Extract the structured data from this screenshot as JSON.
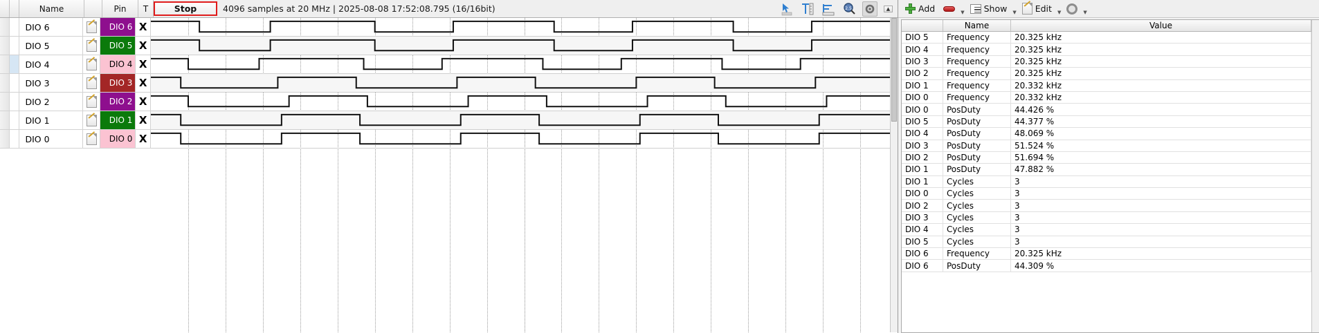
{
  "toolbar": {
    "stop_label": "Stop",
    "status_text": "4096 samples at 20 MHz | 2025-08-08 17:52:08.795 (16/16bit)",
    "icons": [
      "pointer-icon",
      "vertical-measure-icon",
      "horizontal-measure-icon",
      "zoom-icon",
      "settings-icon"
    ]
  },
  "channel_header": {
    "name": "Name",
    "pin": "Pin",
    "trigger": "T"
  },
  "channels": [
    {
      "name": "DIO 6",
      "pin": "DIO 6",
      "trigger": "X",
      "color": "#8e0f8e",
      "text_color": "#ffffff",
      "selected": false
    },
    {
      "name": "DIO 5",
      "pin": "DIO 5",
      "trigger": "X",
      "color": "#0b7a0b",
      "text_color": "#ffffff",
      "selected": false
    },
    {
      "name": "DIO 4",
      "pin": "DIO 4",
      "trigger": "X",
      "color": "#fbc3d2",
      "text_color": "#000000",
      "selected": true
    },
    {
      "name": "DIO 3",
      "pin": "DIO 3",
      "trigger": "X",
      "color": "#a32626",
      "text_color": "#ffffff",
      "selected": false
    },
    {
      "name": "DIO 2",
      "pin": "DIO 2",
      "trigger": "X",
      "color": "#8e0f8e",
      "text_color": "#ffffff",
      "selected": false
    },
    {
      "name": "DIO 1",
      "pin": "DIO 1",
      "trigger": "X",
      "color": "#0b7a0b",
      "text_color": "#ffffff",
      "selected": false
    },
    {
      "name": "DIO 0",
      "pin": "DIO 0",
      "trigger": "X",
      "color": "#fbc3d2",
      "text_color": "#000000",
      "selected": false
    }
  ],
  "waveforms": {
    "note": "digital square waves, high=top of row, value pairs are x percentages of plot width",
    "channel_transitions": [
      [
        0.0,
        6.5,
        16.0,
        30.0,
        40.5,
        54.0,
        64.5,
        78.0,
        88.5,
        100.0
      ],
      [
        0.0,
        6.5,
        16.0,
        30.0,
        40.5,
        54.0,
        64.5,
        78.0,
        88.5,
        100.0
      ],
      [
        0.0,
        5.0,
        14.5,
        28.5,
        39.0,
        52.5,
        63.0,
        76.5,
        87.0,
        100.0
      ],
      [
        0.0,
        4.0,
        17.0,
        27.5,
        41.0,
        51.5,
        65.0,
        75.5,
        89.0,
        100.0
      ],
      [
        0.0,
        5.0,
        18.5,
        29.0,
        42.5,
        53.0,
        66.5,
        77.0,
        90.5,
        100.0
      ],
      [
        0.0,
        4.0,
        17.5,
        28.0,
        41.5,
        52.0,
        65.5,
        76.0,
        89.5,
        100.0
      ],
      [
        0.0,
        4.0,
        17.5,
        28.0,
        41.5,
        52.0,
        65.5,
        76.0,
        89.5,
        100.0
      ]
    ]
  },
  "right_panel": {
    "toolbar": {
      "add": "Add",
      "remove": "",
      "show": "Show",
      "edit": "Edit",
      "settings": ""
    },
    "table": {
      "columns": [
        "",
        "Name",
        "Value"
      ],
      "rows": [
        {
          "channel": "DIO 5",
          "name": "Frequency",
          "value": "20.325 kHz"
        },
        {
          "channel": "DIO 4",
          "name": "Frequency",
          "value": "20.325 kHz"
        },
        {
          "channel": "DIO 3",
          "name": "Frequency",
          "value": "20.325 kHz"
        },
        {
          "channel": "DIO 2",
          "name": "Frequency",
          "value": "20.325 kHz"
        },
        {
          "channel": "DIO 1",
          "name": "Frequency",
          "value": "20.332 kHz"
        },
        {
          "channel": "DIO 0",
          "name": "Frequency",
          "value": "20.332 kHz"
        },
        {
          "channel": "DIO 0",
          "name": "PosDuty",
          "value": "44.426 %"
        },
        {
          "channel": "DIO 5",
          "name": "PosDuty",
          "value": "44.377 %"
        },
        {
          "channel": "DIO 4",
          "name": "PosDuty",
          "value": "48.069 %"
        },
        {
          "channel": "DIO 3",
          "name": "PosDuty",
          "value": "51.524 %"
        },
        {
          "channel": "DIO 2",
          "name": "PosDuty",
          "value": "51.694 %"
        },
        {
          "channel": "DIO 1",
          "name": "PosDuty",
          "value": "47.882 %"
        },
        {
          "channel": "DIO 1",
          "name": "Cycles",
          "value": "3"
        },
        {
          "channel": "DIO 0",
          "name": "Cycles",
          "value": "3"
        },
        {
          "channel": "DIO 2",
          "name": "Cycles",
          "value": "3"
        },
        {
          "channel": "DIO 3",
          "name": "Cycles",
          "value": "3"
        },
        {
          "channel": "DIO 4",
          "name": "Cycles",
          "value": "3"
        },
        {
          "channel": "DIO 5",
          "name": "Cycles",
          "value": "3"
        },
        {
          "channel": "DIO 6",
          "name": "Frequency",
          "value": "20.325 kHz"
        },
        {
          "channel": "DIO 6",
          "name": "PosDuty",
          "value": "44.309 %"
        }
      ]
    }
  }
}
